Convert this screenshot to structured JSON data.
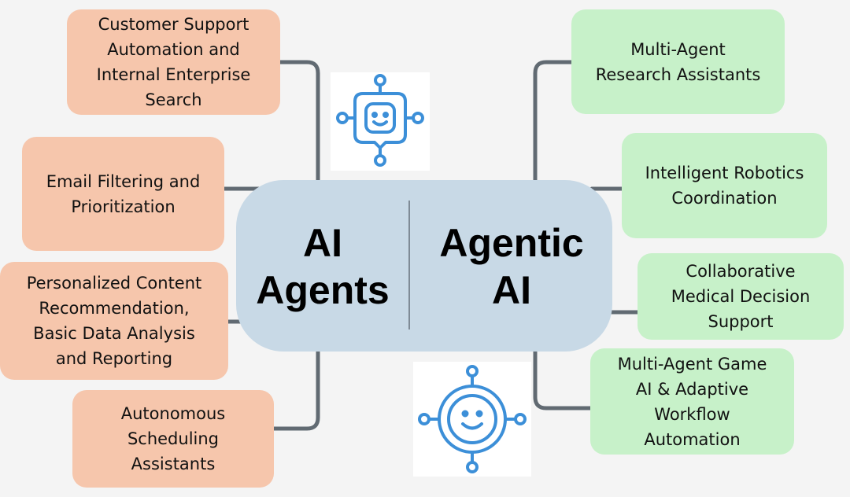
{
  "center": {
    "left_label": "AI\nAgents",
    "right_label": "Agentic\nAI"
  },
  "ai_agents_uses": [
    "Customer Support\nAutomation and\nInternal Enterprise\nSearch",
    "Email Filtering and\nPrioritization",
    "Personalized Content\nRecommendation,\nBasic Data Analysis\nand Reporting",
    "Autonomous\nScheduling\nAssistants"
  ],
  "agentic_ai_uses": [
    "Multi-Agent\nResearch Assistants",
    "Intelligent Robotics\nCoordination",
    "Collaborative\nMedical Decision\nSupport",
    "Multi-Agent Game\nAI & Adaptive\nWorkflow\nAutomation"
  ],
  "colors": {
    "ai_agents_box": "#f6c6ac",
    "agentic_ai_box": "#c7f1c9",
    "center_pill": "#c8d9e6",
    "connector": "#616a72",
    "icon_stroke": "#3c8fd8"
  },
  "icons": {
    "top": "chatbot-face-icon",
    "bottom": "network-agent-face-icon"
  }
}
